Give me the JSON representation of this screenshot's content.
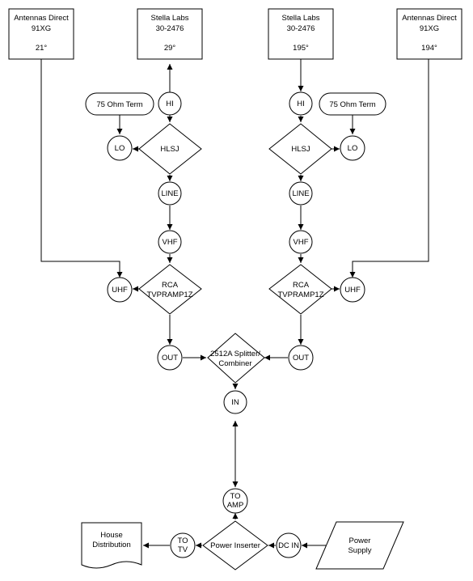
{
  "diagram": {
    "antennas": {
      "left_outer": {
        "line1": "Antennas Direct",
        "line2": "91XG",
        "line3": "21°"
      },
      "left_inner": {
        "line1": "Stella Labs",
        "line2": "30-2476",
        "line3": "29°"
      },
      "right_inner": {
        "line1": "Stella Labs",
        "line2": "30-2476",
        "line3": "195°"
      },
      "right_outer": {
        "line1": "Antennas Direct",
        "line2": "91XG",
        "line3": "194°"
      }
    },
    "terminators": {
      "left": "75 Ohm Term",
      "right": "75 Ohm Term"
    },
    "ports": {
      "hi": "HI",
      "lo": "LO",
      "line": "LINE",
      "vhf": "VHF",
      "uhf": "UHF",
      "out": "OUT",
      "in": "IN",
      "to_amp_1": "TO",
      "to_amp_2": "AMP",
      "to_tv_1": "TO",
      "to_tv_2": "TV",
      "dc_in": "DC IN"
    },
    "devices": {
      "hlsj": "HLSJ",
      "amp_1": "RCA",
      "amp_2": "TVPRAMP1Z",
      "splitter_1": "2512A Splitter/",
      "splitter_2": "Combiner",
      "power_inserter": "Power Inserter"
    },
    "house_distribution": {
      "line1": "House",
      "line2": "Distribution"
    },
    "power_supply": {
      "line1": "Power",
      "line2": "Supply"
    }
  }
}
